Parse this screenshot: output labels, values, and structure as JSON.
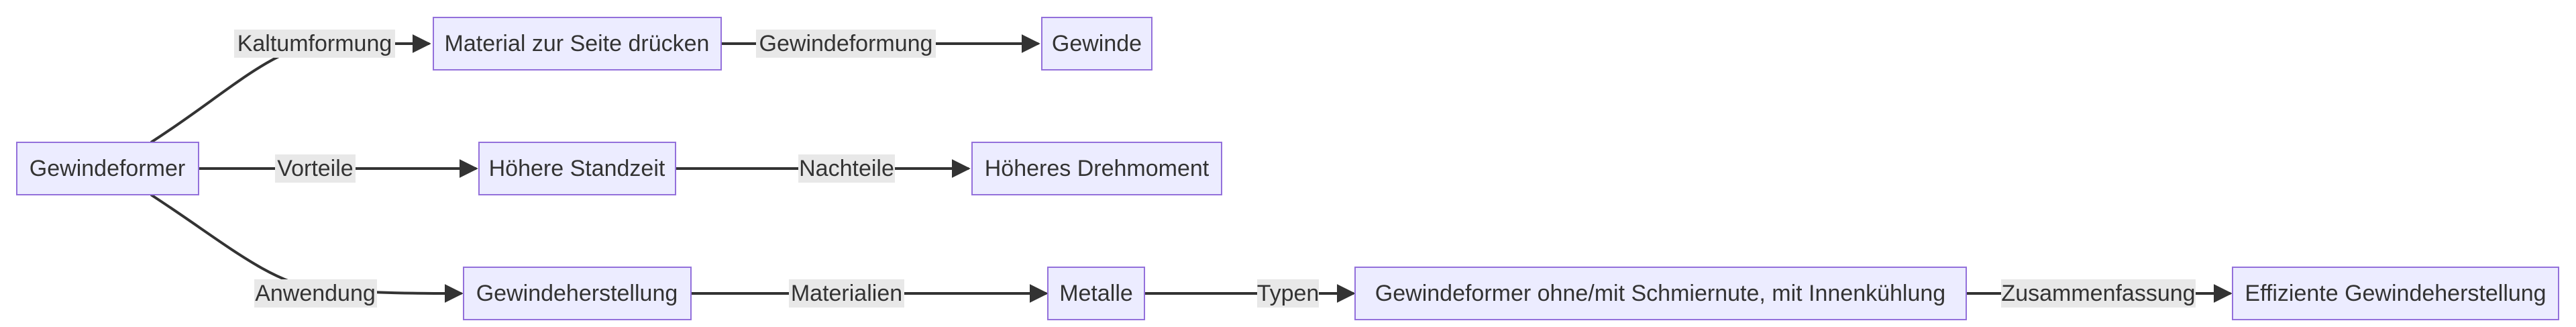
{
  "nodes": {
    "gewindeformer": "Gewindeformer",
    "material": "Material zur Seite drücken",
    "gewinde": "Gewinde",
    "standzeit": "Höhere Standzeit",
    "drehmoment": "Höheres Drehmoment",
    "herstellung": "Gewindeherstellung",
    "metalle": "Metalle",
    "typen_node": "Gewindeformer ohne/mit Schmiernute, mit Innenkühlung",
    "effizient": "Effiziente Gewindeherstellung"
  },
  "edges": {
    "kaltumformung": "Kaltumformung",
    "gewindeformung": "Gewindeformung",
    "vorteile": "Vorteile",
    "nachteile": "Nachteile",
    "anwendung": "Anwendung",
    "materialien": "Materialien",
    "typen": "Typen",
    "zusammenfassung": "Zusammenfassung"
  },
  "colors": {
    "node_fill": "#ececff",
    "node_border": "#9370db",
    "edge_line": "#333333",
    "label_bg": "#e8e8e8",
    "text": "#333333"
  }
}
